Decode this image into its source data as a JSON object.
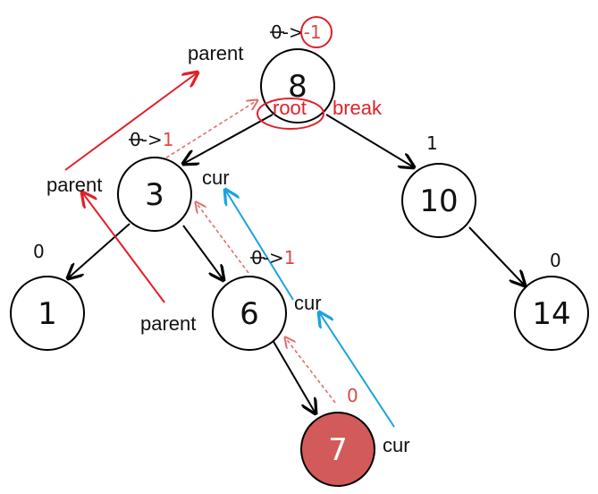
{
  "nodes": [
    {
      "id": "n8",
      "label": "8"
    },
    {
      "id": "n3",
      "label": "3"
    },
    {
      "id": "n10",
      "label": "10"
    },
    {
      "id": "n1",
      "label": "1"
    },
    {
      "id": "n6",
      "label": "6"
    },
    {
      "id": "n14",
      "label": "14"
    },
    {
      "id": "n7",
      "label": "7"
    }
  ],
  "balance_factors": {
    "n8": {
      "old": "0",
      "arrow": "->",
      "new": "-1"
    },
    "n3": {
      "old": "0",
      "arrow": "->",
      "new": "1"
    },
    "n6": {
      "old": "0",
      "arrow": "->",
      "new": "1"
    },
    "n10": "1",
    "n1": "0",
    "n14": "0",
    "n7": "0"
  },
  "annotations": {
    "parent_top": "parent",
    "parent_mid": "parent",
    "parent_low": "parent",
    "cur_3": "cur",
    "cur_6": "cur",
    "cur_7": "cur",
    "root": "root",
    "break": "break"
  },
  "colors": {
    "tree_edge": "#000000",
    "parent_path": "#e0202a",
    "cur_path": "#1aa3e0",
    "bf_update": "#e07070",
    "new_node": "#d35a5a"
  }
}
